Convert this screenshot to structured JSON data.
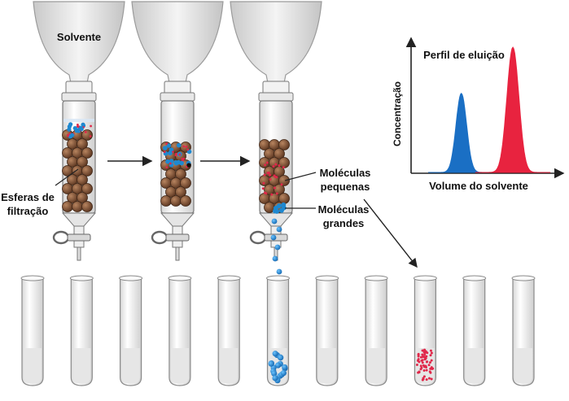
{
  "labels": {
    "solvent": "Solvente",
    "beads_line1": "Esferas de",
    "beads_line2": "filtração",
    "small_line1": "Moléculas",
    "small_line2": "pequenas",
    "large_line1": "Moléculas",
    "large_line2": "grandes"
  },
  "chart": {
    "title": "Perfil de eluição",
    "ylabel": "Concentração",
    "xlabel": "Volume do solvente"
  },
  "chart_data": {
    "type": "area",
    "title": "Perfil de eluição",
    "xlabel": "Volume do solvente",
    "ylabel": "Concentração",
    "grid": false,
    "series": [
      {
        "color": "#1a6fc4",
        "center": 0.33,
        "width": 0.075,
        "height": 0.6
      },
      {
        "color": "#e8233f",
        "center": 0.68,
        "width": 0.085,
        "height": 0.95
      }
    ]
  },
  "colors": {
    "bead": "#8a5a3a",
    "bead_dark": "#3e2414",
    "large_molecule": "#1e88d0",
    "small_molecule": "#e0284a",
    "liquid": "#e6e6e6"
  },
  "tubes": [
    {
      "content": "none"
    },
    {
      "content": "none"
    },
    {
      "content": "none"
    },
    {
      "content": "none"
    },
    {
      "content": "none"
    },
    {
      "content": "large"
    },
    {
      "content": "none"
    },
    {
      "content": "none"
    },
    {
      "content": "small"
    },
    {
      "content": "none"
    },
    {
      "content": "none"
    }
  ]
}
